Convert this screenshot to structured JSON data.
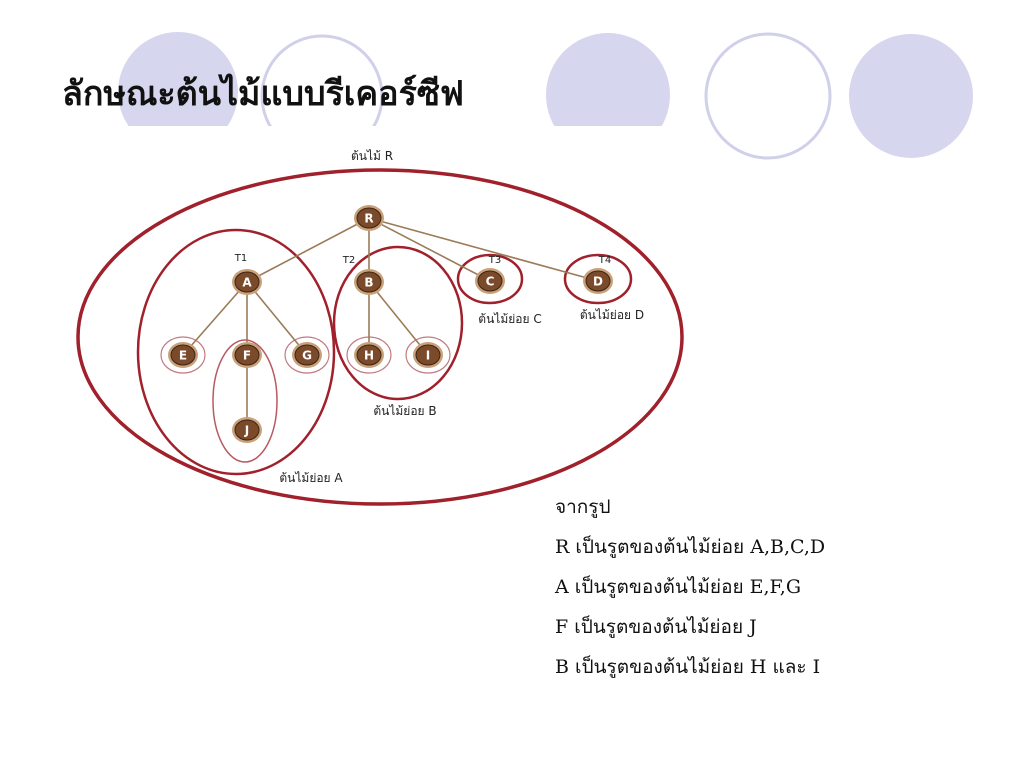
{
  "title": "ลักษณะต้นไม้แบบรีเคอร์ซีฟ",
  "colors": {
    "decor_fill": "#d6d6ee",
    "decor_stroke": "#c9c9e6",
    "ellipse": "#a0202b",
    "node_fill": "#7a4a2a",
    "node_ring": "#c8a17a",
    "edge": "#9b7b58"
  },
  "diagram": {
    "root_label": "ต้นไม้ R",
    "nodes": [
      {
        "id": "R",
        "label": "R"
      },
      {
        "id": "A",
        "label": "A"
      },
      {
        "id": "B",
        "label": "B"
      },
      {
        "id": "C",
        "label": "C"
      },
      {
        "id": "D",
        "label": "D"
      },
      {
        "id": "E",
        "label": "E"
      },
      {
        "id": "F",
        "label": "F"
      },
      {
        "id": "G",
        "label": "G"
      },
      {
        "id": "H",
        "label": "H"
      },
      {
        "id": "I",
        "label": "I"
      },
      {
        "id": "J",
        "label": "J"
      }
    ],
    "edges": [
      [
        "R",
        "A"
      ],
      [
        "R",
        "B"
      ],
      [
        "R",
        "C"
      ],
      [
        "R",
        "D"
      ],
      [
        "A",
        "E"
      ],
      [
        "A",
        "F"
      ],
      [
        "A",
        "G"
      ],
      [
        "B",
        "H"
      ],
      [
        "B",
        "I"
      ],
      [
        "F",
        "J"
      ]
    ],
    "subtree_tags": {
      "A": "T1",
      "B": "T2",
      "C": "T3",
      "D": "T4"
    },
    "subtree_labels": {
      "A": "ต้นไม้ย่อย A",
      "B": "ต้นไม้ย่อย B",
      "C": "ต้นไม้ย่อย C",
      "D": "ต้นไม้ย่อย D"
    }
  },
  "notes": {
    "heading": "จากรูป",
    "lines": [
      "R   เป็นรูตของต้นไม้ย่อย A,B,C,D",
      "A  เป็นรูตของต้นไม้ย่อย E,F,G",
      "F  เป็นรูตของต้นไม้ย่อย J",
      "B   เป็นรูตของต้นไม้ย่อย H และ I"
    ]
  }
}
